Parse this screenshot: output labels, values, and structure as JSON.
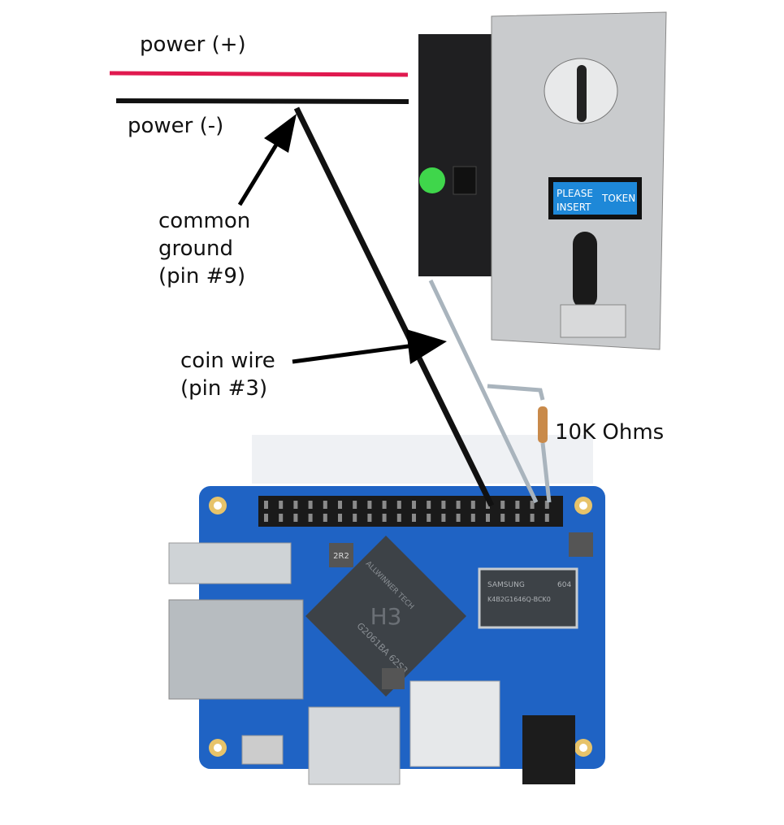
{
  "labels": {
    "power_plus": "power (+)",
    "power_minus": "power (-)",
    "common_ground": [
      "common",
      "ground",
      "(pin #9)"
    ],
    "coin_wire": [
      "coin wire",
      "(pin #3)"
    ],
    "resistor": "10K Ohms"
  },
  "coin_acceptor": {
    "display_line1": "PLEASE",
    "display_line2": "INSERT",
    "display_word": "TOKEN"
  },
  "board": {
    "soc_label": "H3",
    "soc_brand": "ALLWINNER TECH",
    "soc_code": "G2061BA 62S3",
    "ram_brand": "SAMSUNG",
    "ram_code": "604",
    "ram_part": "K4B2G1646Q-BCK0",
    "inductor": "2R2"
  },
  "colors": {
    "power_plus": "#e0194f",
    "power_minus": "#111111",
    "signal_wire": "#a9b4bd",
    "board": "#1f63c4",
    "token_display": "#1e88d8"
  }
}
